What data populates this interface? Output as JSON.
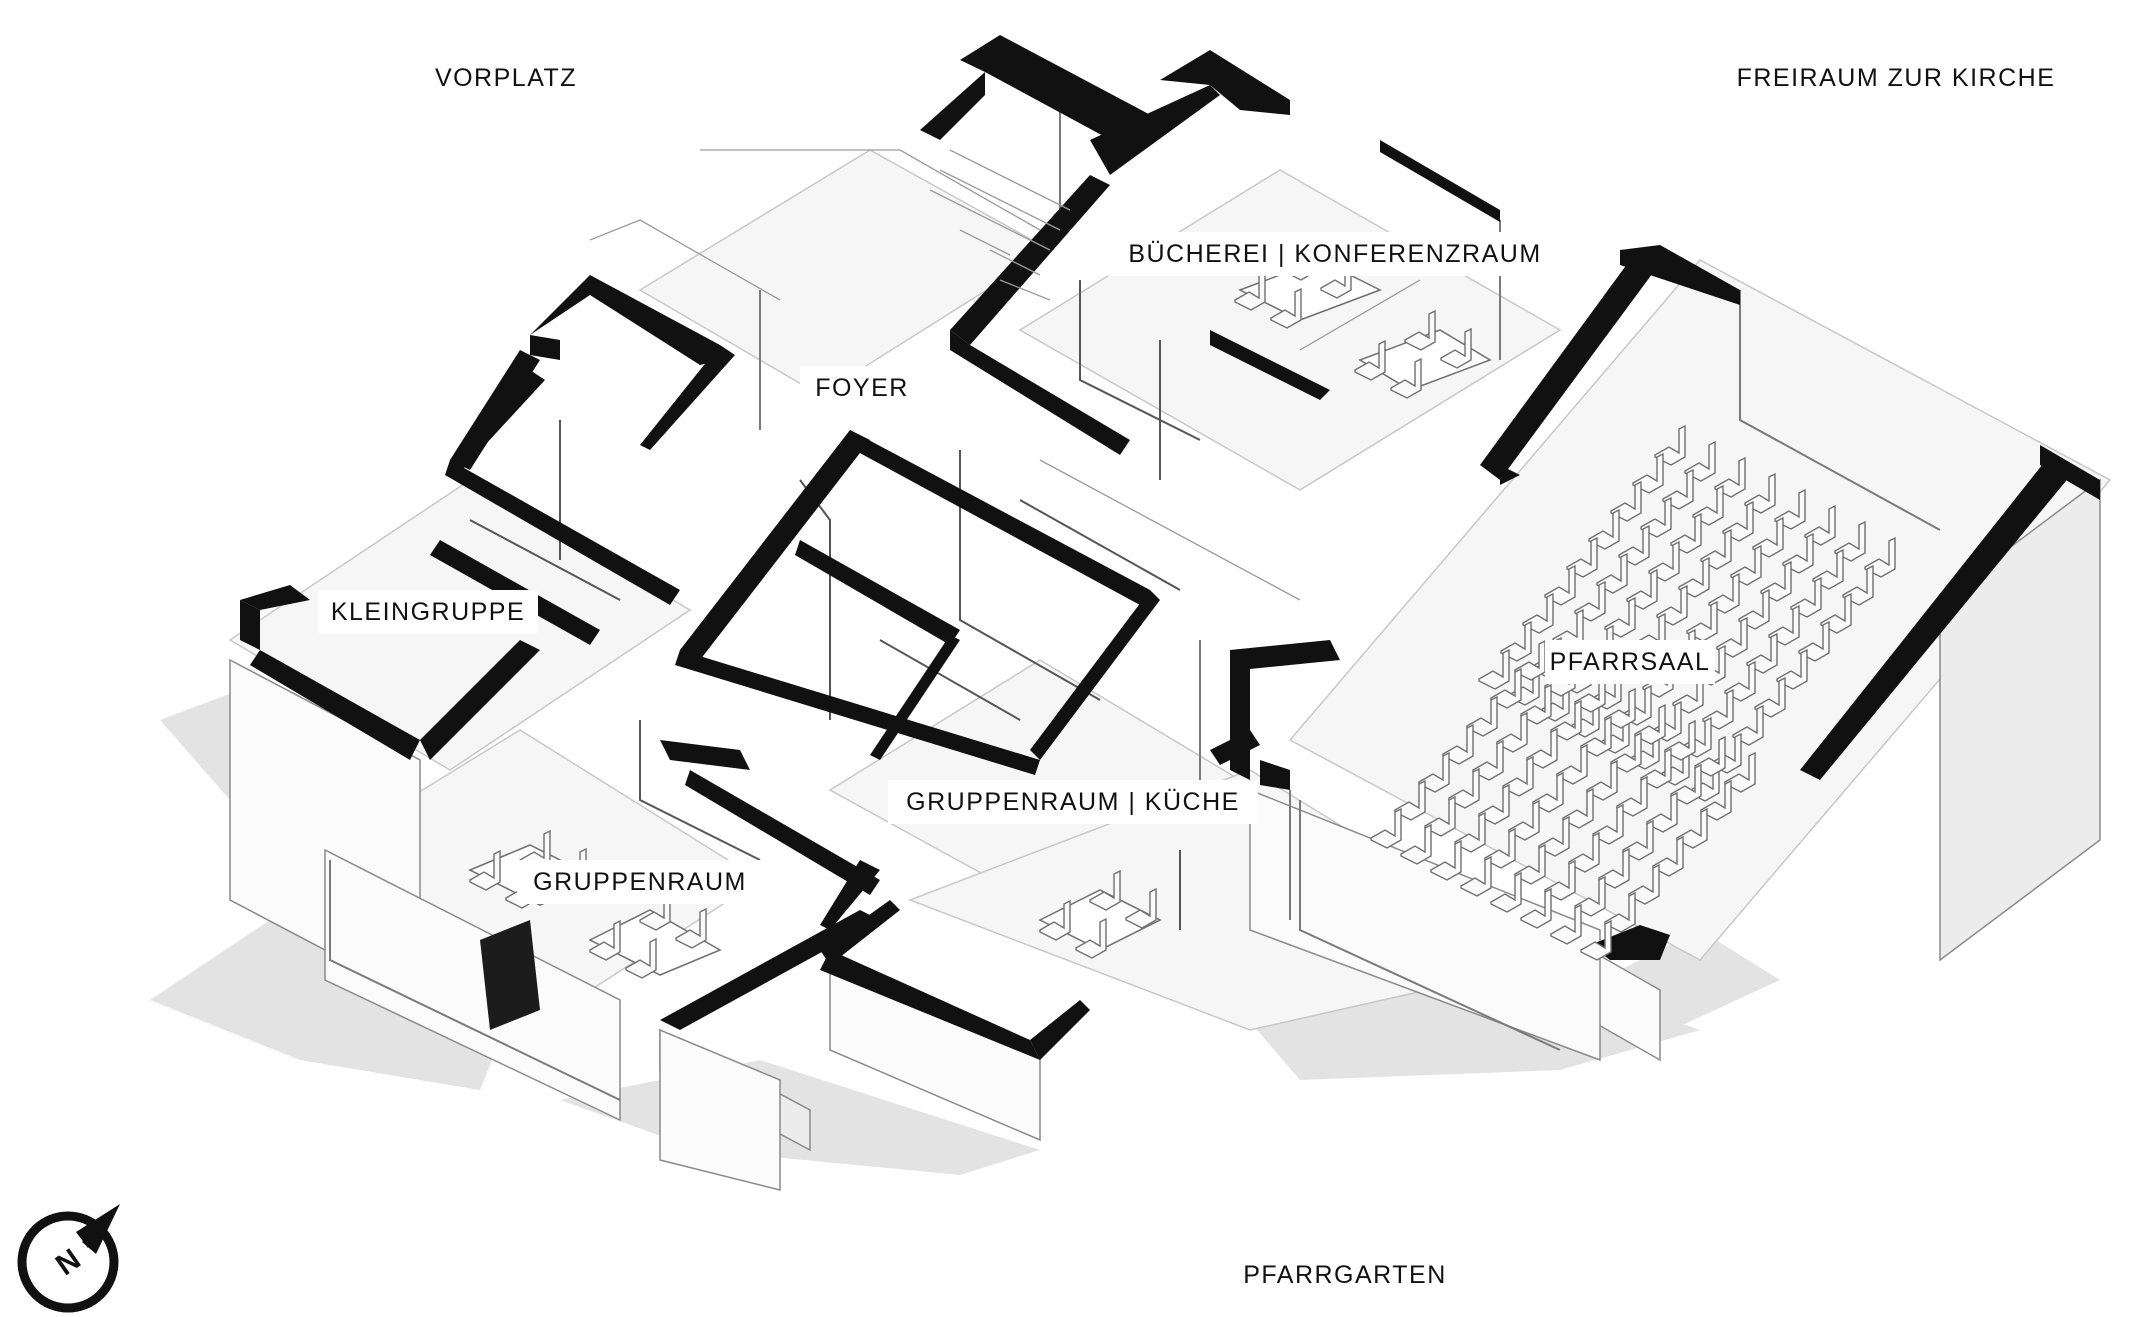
{
  "labels": {
    "vorplatz": "VORPLATZ",
    "freiraum": "FREIRAUM ZUR KIRCHE",
    "buecherei": "BÜCHEREI | KONFERENZRAUM",
    "foyer": "FOYER",
    "kleingruppe": "KLEINGRUPPE",
    "pfarrsaal": "PFARRSAAL",
    "gruppenraum_kueche": "GRUPPENRAUM | KÜCHE",
    "gruppenraum": "GRUPPENRAUM",
    "pfarrgarten": "PFARRGARTEN",
    "compass": "N"
  },
  "icons": {
    "compass": "north-arrow-icon"
  },
  "colors": {
    "wall": "#111111",
    "floor": "#f6f6f6",
    "shadow": "#e3e3e3",
    "line": "#6f6f6f"
  }
}
